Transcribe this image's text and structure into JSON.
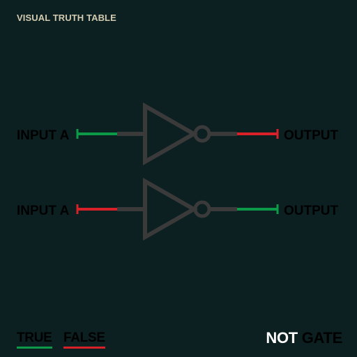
{
  "header": {
    "title": "VISUAL TRUTH TABLE"
  },
  "gates": [
    {
      "input_label": "INPUT A",
      "output_label": "OUTPUT",
      "input_state": "true",
      "output_state": "false"
    },
    {
      "input_label": "INPUT A",
      "output_label": "OUTPUT",
      "input_state": "false",
      "output_state": "true"
    }
  ],
  "legend": {
    "true_label": "TRUE",
    "false_label": "FALSE"
  },
  "footer": {
    "title_word1": "NOT",
    "title_word2": "GATE"
  },
  "colors": {
    "background": "#0c1f21",
    "true": "#0d9a48",
    "false": "#d72028",
    "gate": "#3a3a3a",
    "title": "#d2cbb0"
  },
  "icons": [
    "not-gate-icon"
  ]
}
